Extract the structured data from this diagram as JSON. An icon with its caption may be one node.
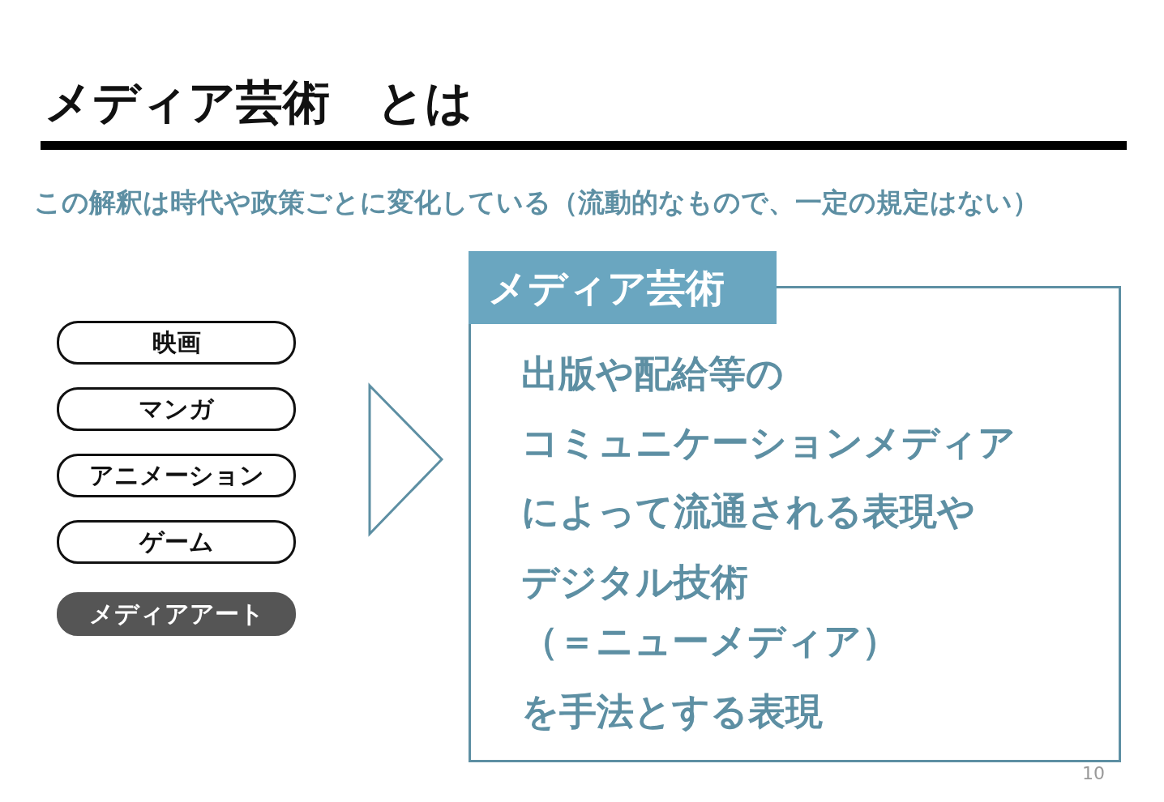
{
  "diagram": {
    "title": "メディア芸術　とは",
    "nodes": [
      {
        "text": [
          "映画"
        ]
      },
      {
        "text": [
          "マンガ"
        ]
      },
      {
        "text": [
          "アニメーション"
        ]
      },
      {
        "text": [
          "ゲーム"
        ]
      },
      {
        "text": [
          "メディアアート"
        ]
      },
      {
        "text": [
          "メディア芸術",
          "出版や配給等の",
          "コミュニケーションメディア",
          "によって流通される表現や",
          "デジタル技術",
          "（＝ニューメディア）",
          "を手法とする表現"
        ]
      }
    ],
    "edges": [
      {
        "from": null,
        "to": 5,
        "arrow": "to"
      }
    ],
    "labels": [
      "この解釈は時代や政策ごとに変化している（流動的なもので、一定の規定はない）",
      "10"
    ]
  }
}
